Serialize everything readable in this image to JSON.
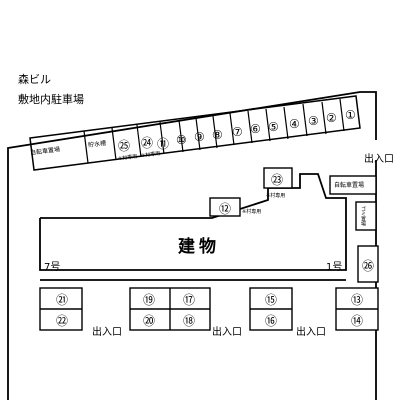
{
  "header": {
    "building_name": "森ビル",
    "subtitle": "敷地内駐車場"
  },
  "map": {
    "building_label": "建物",
    "side_label_left": "7号",
    "side_label_right": "1号",
    "entrance_label": "出入口",
    "bicycle_label_1": "自転車置場",
    "bicycle_label_2": "自転車置場",
    "water_tank_label": "貯水槽",
    "garbage_label": "ゴミ置場",
    "reserved_note": "※村専用"
  },
  "spaces_top_row": [
    "㉕",
    "㉔",
    "⑪",
    "⑩",
    "⑨",
    "⑧",
    "⑦",
    "⑥",
    "⑤",
    "④",
    "③",
    "②",
    "①"
  ],
  "spaces_misc": {
    "s23": "㉓",
    "s12": "⑫",
    "s26": "㉖",
    "s21": "㉑",
    "s22": "㉒",
    "s19": "⑲",
    "s20": "⑳",
    "s17": "⑰",
    "s18": "⑱",
    "s15": "⑮",
    "s16": "⑯",
    "s13": "⑬",
    "s14": "⑭"
  }
}
